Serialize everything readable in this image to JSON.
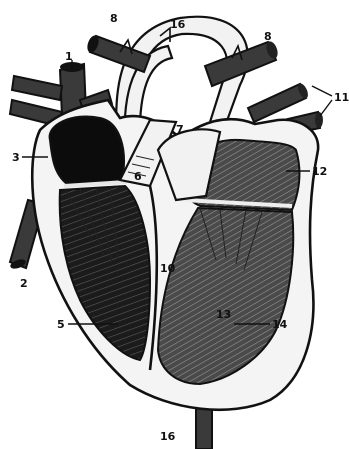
{
  "figure": {
    "labels": [
      {
        "key": "l1",
        "text": "1"
      },
      {
        "key": "l2",
        "text": "2"
      },
      {
        "key": "l3",
        "text": "3"
      },
      {
        "key": "l5",
        "text": "5"
      },
      {
        "key": "l6",
        "text": "6"
      },
      {
        "key": "l7",
        "text": "7"
      },
      {
        "key": "l8a",
        "text": "8"
      },
      {
        "key": "l8b",
        "text": "8"
      },
      {
        "key": "l10",
        "text": "10"
      },
      {
        "key": "l11",
        "text": "11"
      },
      {
        "key": "l12",
        "text": "12"
      },
      {
        "key": "l13",
        "text": "13"
      },
      {
        "key": "l14",
        "text": "14"
      },
      {
        "key": "l16a",
        "text": "16"
      },
      {
        "key": "l16b",
        "text": "16"
      }
    ]
  }
}
